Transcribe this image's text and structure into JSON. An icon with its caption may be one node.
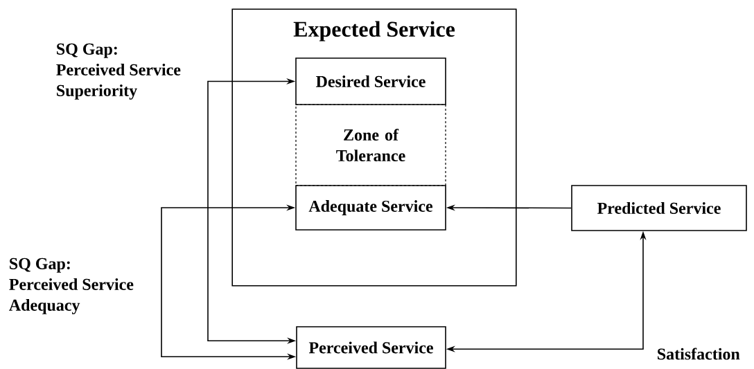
{
  "diagram": {
    "nodes": [
      {
        "text": [
          "Expected Service"
        ]
      },
      {
        "text": [
          "Desired Service"
        ],
        "in": 0
      },
      {
        "text": [
          "Zone of Tolerance"
        ],
        "in": 0
      },
      {
        "text": [
          "Adequate Service"
        ],
        "in": 0
      },
      {
        "text": [
          "Predicted Service"
        ]
      },
      {
        "text": [
          "Perceived Service"
        ]
      }
    ],
    "edges": [
      {
        "from": 5,
        "to": 1,
        "arrow": "both",
        "label": "SQ Gap: Perceived Service Superiority"
      },
      {
        "from": 5,
        "to": 3,
        "arrow": "both",
        "label": "SQ Gap: Perceived Service Adequacy"
      },
      {
        "from": 4,
        "to": 3,
        "arrow": "to"
      },
      {
        "from": 5,
        "to": 4,
        "arrow": "both",
        "label": "Satisfaction"
      }
    ]
  }
}
